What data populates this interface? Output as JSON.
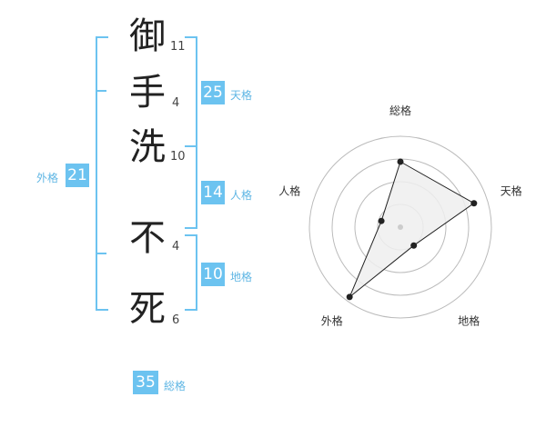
{
  "characters": [
    {
      "char": "御",
      "strokes": "11"
    },
    {
      "char": "手",
      "strokes": "4"
    },
    {
      "char": "洗",
      "strokes": "10"
    },
    {
      "char": "不",
      "strokes": "4"
    },
    {
      "char": "死",
      "strokes": "6"
    }
  ],
  "scores": {
    "tenkaku": {
      "value": "25",
      "label": "天格"
    },
    "jinkaku": {
      "value": "14",
      "label": "人格"
    },
    "chikaku": {
      "value": "10",
      "label": "地格"
    },
    "gaikaku": {
      "value": "21",
      "label": "外格"
    },
    "soukaku": {
      "value": "35",
      "label": "総格"
    }
  },
  "colors": {
    "accent": "#6cc3f0",
    "bracket": "#6cc3f0"
  },
  "chart_data": {
    "type": "radar",
    "axes": [
      "総格",
      "天格",
      "地格",
      "外格",
      "人格"
    ],
    "rings": 4,
    "values": [
      0.72,
      0.85,
      0.25,
      0.95,
      0.22
    ]
  }
}
